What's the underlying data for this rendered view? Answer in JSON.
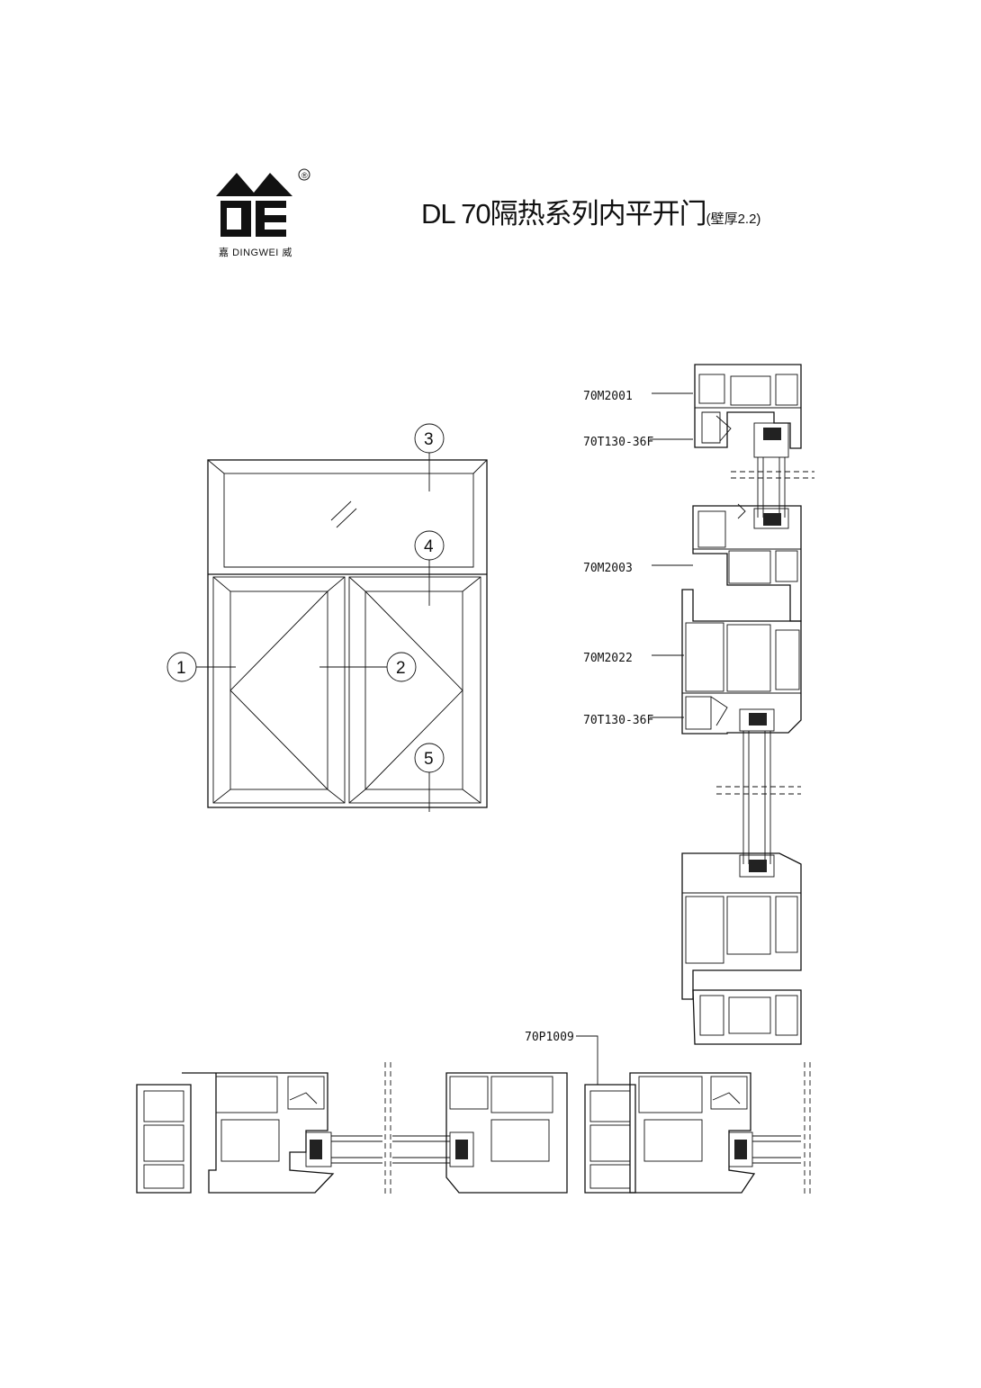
{
  "logo": {
    "mark": "DE",
    "brand_left": "嘉",
    "brand_mid": "DINGWEI",
    "brand_right": "威",
    "registered": "®"
  },
  "title": {
    "main": "DL 70隔热系列内平开门",
    "note": "(壁厚2.2)"
  },
  "elevation": {
    "callouts": [
      "1",
      "2",
      "3",
      "4",
      "5"
    ]
  },
  "section_labels": {
    "top_frame": "70M2001",
    "top_glazing": "70T130-36F",
    "transom": "70M2003",
    "sash": "70M2022",
    "sash_glazing": "70T130-36F",
    "mullion": "70P1009"
  }
}
